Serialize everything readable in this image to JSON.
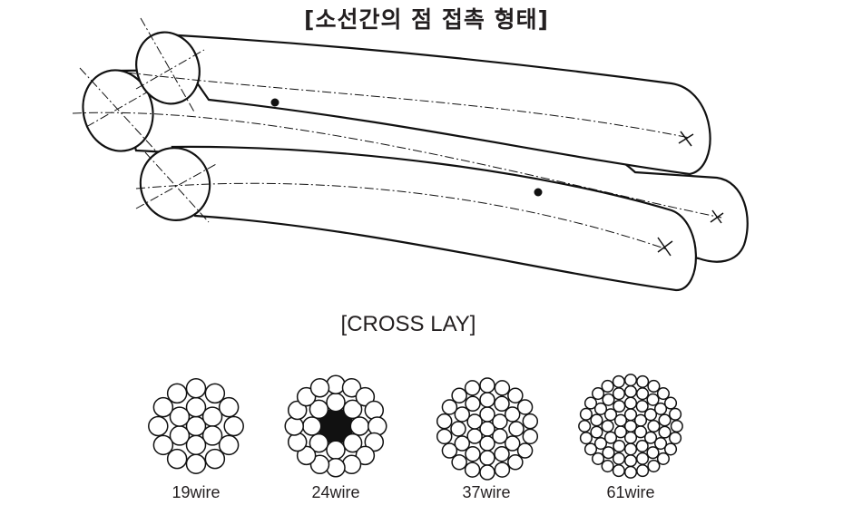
{
  "title": "[소선간의 점 접촉 형태]",
  "subtitle": "[CROSS LAY]",
  "cross_sections": [
    {
      "label": "19wire",
      "rings": [
        1,
        6,
        12
      ],
      "core": "wire"
    },
    {
      "label": "24wire",
      "rings": [
        8,
        16
      ],
      "core": "solid"
    },
    {
      "label": "37wire",
      "rings": [
        1,
        6,
        12,
        18
      ],
      "core": "wire"
    },
    {
      "label": "61wire",
      "rings": [
        1,
        6,
        12,
        18,
        24
      ],
      "core": "wire"
    }
  ]
}
